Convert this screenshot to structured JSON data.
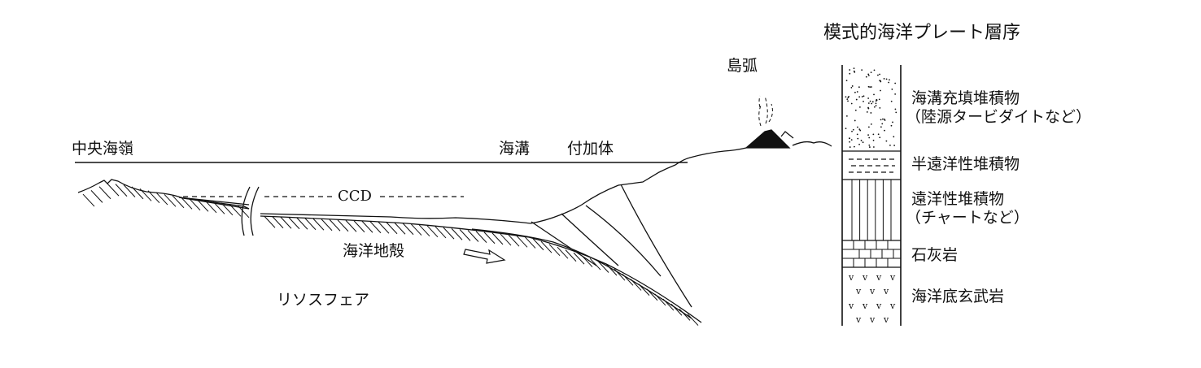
{
  "diagram": {
    "labels": {
      "ridge": "中央海嶺",
      "trench": "海溝",
      "accretionary_prism": "付加体",
      "island_arc": "島弧",
      "ccd": "CCD",
      "oceanic_crust": "海洋地殻",
      "lithosphere": "リソスフェア"
    }
  },
  "column": {
    "title": "模式的海洋プレート層序",
    "layers": [
      {
        "line1": "海溝充填堆積物",
        "line2": "（陸源タービダイトなど）"
      },
      {
        "line1": "半遠洋性堆積物"
      },
      {
        "line1": "遠洋性堆積物",
        "line2": "（チャートなど）"
      },
      {
        "line1": "石灰岩"
      },
      {
        "line1": "海洋底玄武岩"
      }
    ]
  }
}
